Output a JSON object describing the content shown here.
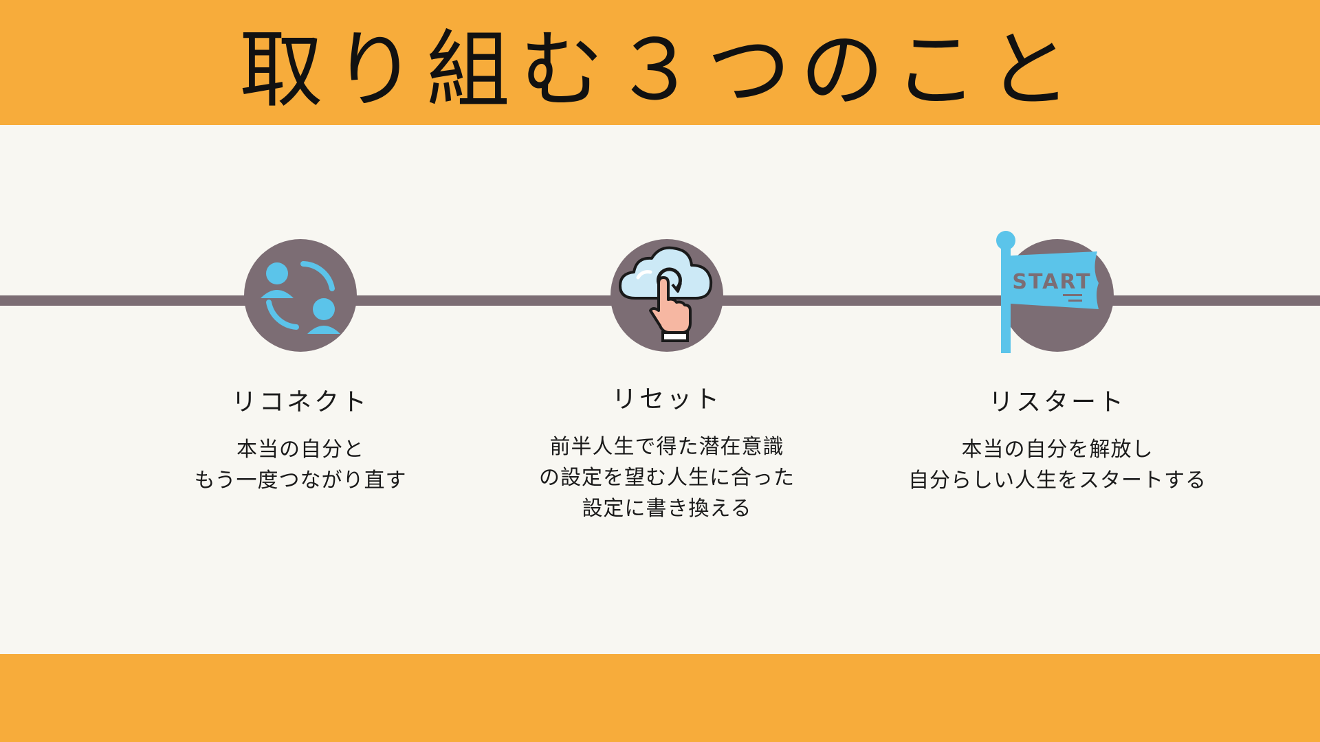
{
  "header": {
    "title": "取り組む３つのこと"
  },
  "items": [
    {
      "title": "リコネクト",
      "desc": [
        "本当の自分と",
        "もう一度つながり直す"
      ],
      "icon": "reconnect-people-icon"
    },
    {
      "title": "リセット",
      "desc": [
        "前半人生で得た潜在意識",
        "の設定を望む人生に合った",
        "設定に書き換える"
      ],
      "icon": "cloud-reset-hand-icon"
    },
    {
      "title": "リスタート",
      "desc": [
        "本当の自分を解放し",
        "自分らしい人生をスタートする"
      ],
      "icon": "start-flag-icon",
      "flag_text": "START"
    }
  ],
  "colors": {
    "band": "#f7ac3b",
    "background": "#f8f7f2",
    "timeline": "#7c6d74",
    "icon_blue": "#5bc4ea"
  }
}
